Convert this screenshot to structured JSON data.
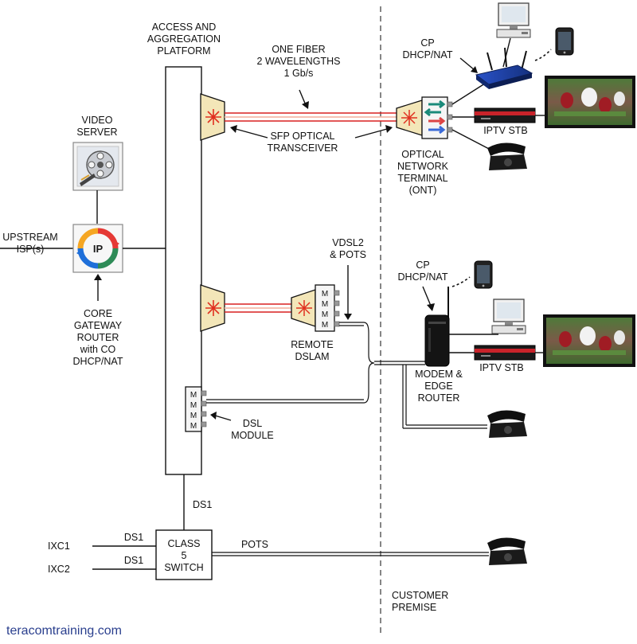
{
  "labels": {
    "platform": [
      "ACCESS AND",
      "AGGREGATION",
      "PLATFORM"
    ],
    "one_fiber": [
      "ONE FIBER",
      "2 WAVELENGTHS",
      "1 Gb/s"
    ],
    "sfp": [
      "SFP OPTICAL",
      "TRANSCEIVER"
    ],
    "cp_top": [
      "CP",
      "DHCP/NAT"
    ],
    "ont": [
      "OPTICAL",
      "NETWORK",
      "TERMINAL",
      "(ONT)"
    ],
    "iptv_top": "IPTV STB",
    "video_server": [
      "VIDEO",
      "SERVER"
    ],
    "upstream": [
      "UPSTREAM",
      "ISP(s)"
    ],
    "ip_badge": "IP",
    "core_router": [
      "CORE",
      "GATEWAY",
      "ROUTER",
      "with CO",
      "DHCP/NAT"
    ],
    "vdsl": [
      "VDSL2",
      "& POTS"
    ],
    "cp_mid": [
      "CP",
      "DHCP/NAT"
    ],
    "remote_dslam": [
      "REMOTE",
      "DSLAM"
    ],
    "modem": [
      "MODEM &",
      "EDGE",
      "ROUTER"
    ],
    "iptv_mid": "IPTV STB",
    "dsl_module": [
      "DSL",
      "MODULE"
    ],
    "ds1_vertical": "DS1",
    "ixc1": "IXC1",
    "ixc2": "IXC2",
    "ds1_a": "DS1",
    "ds1_b": "DS1",
    "class5": [
      "CLASS",
      "5",
      "SWITCH"
    ],
    "pots": "POTS",
    "customer_premise": [
      "CUSTOMER",
      "PREMISE"
    ],
    "modem_letter": "M",
    "watermark": "teracomtraining.com"
  },
  "colors": {
    "fiber": "#d82020",
    "fiber_inner": "#f5b8a8",
    "transceiver_fill": "#f3e6b8",
    "star": "#e03020",
    "router_blue": "#1c3ea0",
    "stb_red": "#c8232a",
    "watermark": "#2a3f8e",
    "phone": "#101010"
  }
}
